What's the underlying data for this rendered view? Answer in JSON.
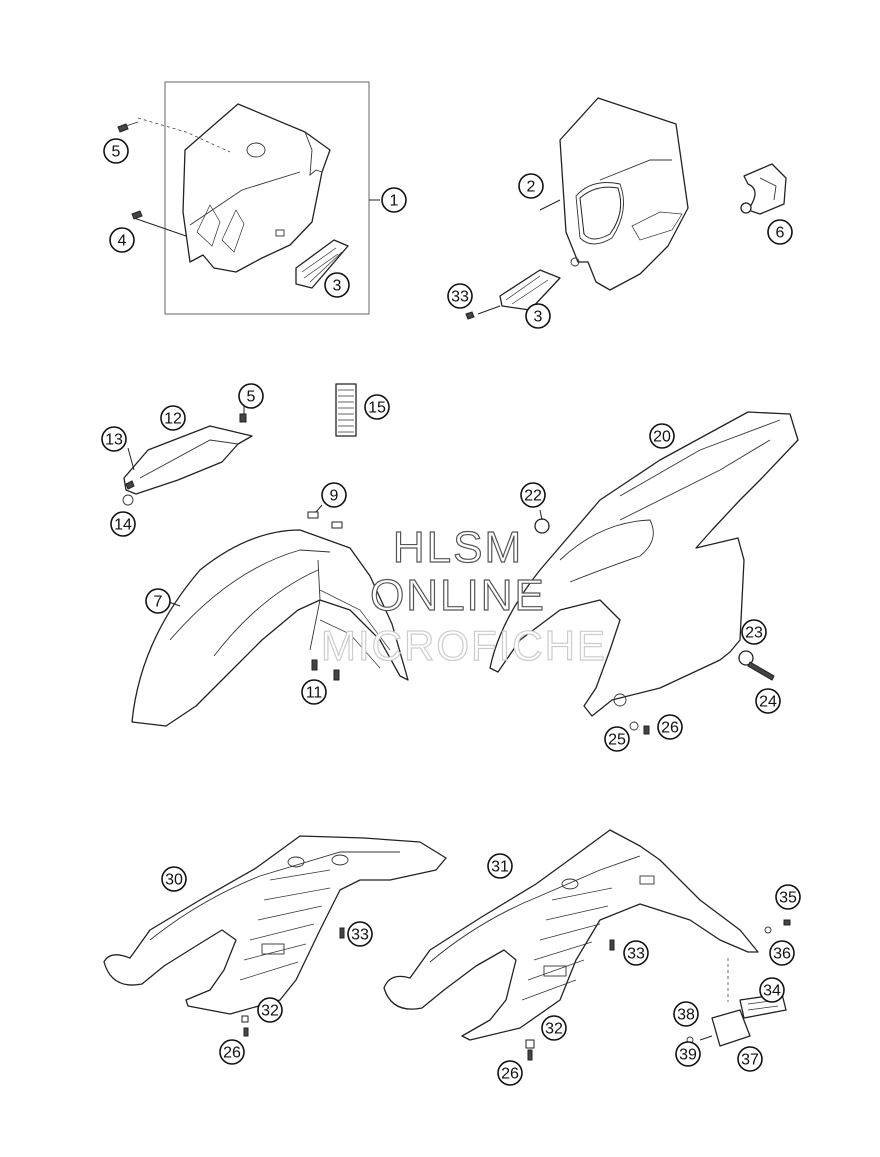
{
  "watermark": {
    "line1": "HLSM",
    "line2": "ONLINE",
    "line3": "MICROFICHE"
  },
  "callouts": [
    {
      "id": "c1",
      "label": "1"
    },
    {
      "id": "c2",
      "label": "2"
    },
    {
      "id": "c3a",
      "label": "3"
    },
    {
      "id": "c3b",
      "label": "3"
    },
    {
      "id": "c4",
      "label": "4"
    },
    {
      "id": "c5a",
      "label": "5"
    },
    {
      "id": "c5b",
      "label": "5"
    },
    {
      "id": "c6",
      "label": "6"
    },
    {
      "id": "c7",
      "label": "7"
    },
    {
      "id": "c9",
      "label": "9"
    },
    {
      "id": "c11",
      "label": "11"
    },
    {
      "id": "c12",
      "label": "12"
    },
    {
      "id": "c13",
      "label": "13"
    },
    {
      "id": "c14",
      "label": "14"
    },
    {
      "id": "c15",
      "label": "15"
    },
    {
      "id": "c20",
      "label": "20"
    },
    {
      "id": "c22",
      "label": "22"
    },
    {
      "id": "c23",
      "label": "23"
    },
    {
      "id": "c24",
      "label": "24"
    },
    {
      "id": "c25",
      "label": "25"
    },
    {
      "id": "c26a",
      "label": "26"
    },
    {
      "id": "c26b",
      "label": "26"
    },
    {
      "id": "c26c",
      "label": "26"
    },
    {
      "id": "c30",
      "label": "30"
    },
    {
      "id": "c31",
      "label": "31"
    },
    {
      "id": "c32a",
      "label": "32"
    },
    {
      "id": "c32b",
      "label": "32"
    },
    {
      "id": "c33a",
      "label": "33"
    },
    {
      "id": "c33b",
      "label": "33"
    },
    {
      "id": "c33c",
      "label": "33"
    },
    {
      "id": "c34",
      "label": "34"
    },
    {
      "id": "c35",
      "label": "35"
    },
    {
      "id": "c36",
      "label": "36"
    },
    {
      "id": "c37",
      "label": "37"
    },
    {
      "id": "c38",
      "label": "38"
    },
    {
      "id": "c39",
      "label": "39"
    }
  ]
}
